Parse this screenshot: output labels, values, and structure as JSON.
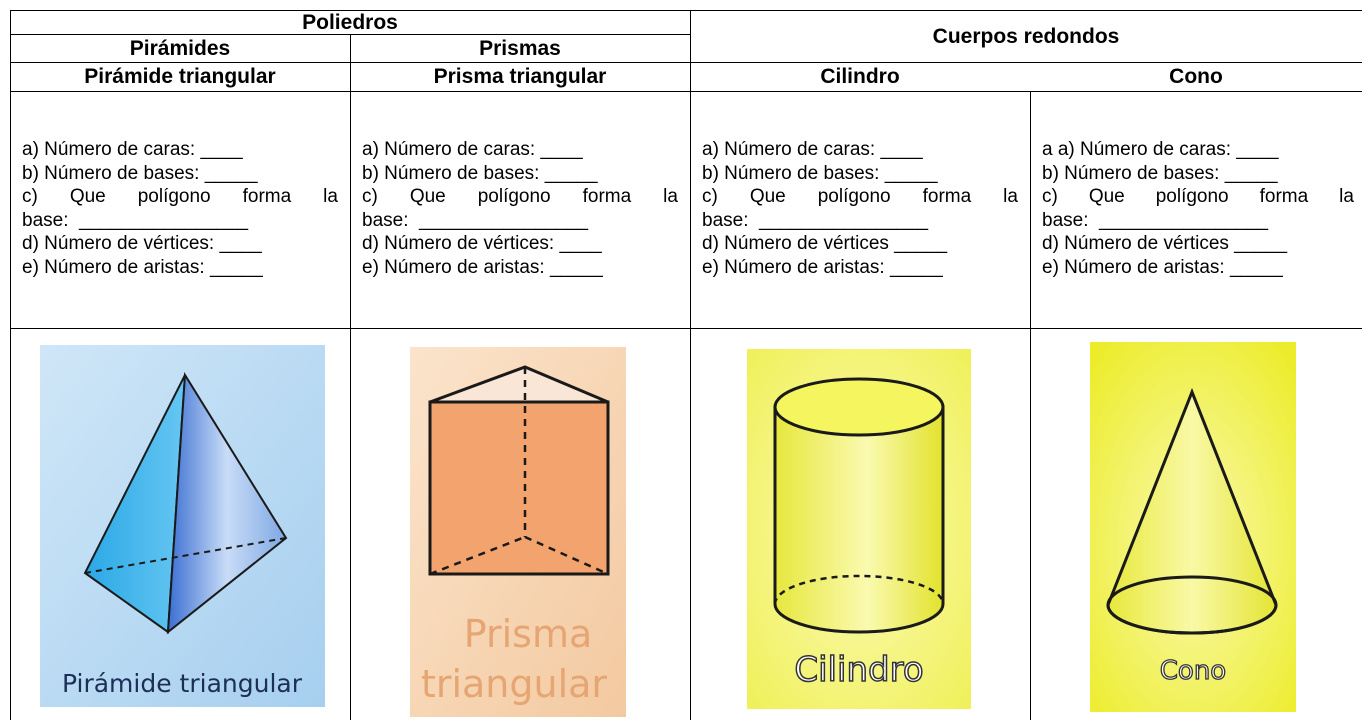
{
  "headers": {
    "poliedros": "Poliedros",
    "piramides": "Pirámides",
    "prismas": "Prismas",
    "cuerpos_redondos": "Cuerpos redondos"
  },
  "columns": [
    {
      "title": "Pirámide triangular",
      "q": {
        "a": "a) Número de caras: ____",
        "b": "b) Número de bases: _____",
        "c_words": [
          "c)",
          "Que",
          "polígono",
          "forma",
          "la"
        ],
        "c_base": "base:  ________________",
        "d": "d) Número de vértices: ____",
        "e": "e) Número de aristas: _____"
      },
      "image": {
        "label": "Pirámide triangular",
        "icon": "triangular-pyramid-image",
        "bg": "#a9d4f2"
      }
    },
    {
      "title": "Prisma triangular",
      "q": {
        "a": "a) Número de caras: ____",
        "b": "b) Número de bases: _____",
        "c_words": [
          "c)",
          "Que",
          "polígono",
          "forma",
          "la"
        ],
        "c_base": "base:  ________________",
        "d": "d) Número de vértices: ____",
        "e": "e) Número de aristas: _____"
      },
      "image": {
        "label_line1": "Prisma",
        "label_line2": "triangular",
        "icon": "triangular-prism-image",
        "bg": "#f6d3ae"
      }
    },
    {
      "title": "Cilindro",
      "q": {
        "a": "a) Número de caras: ____",
        "b": "b) Número de bases: _____",
        "c_words": [
          "c)",
          "Que",
          "polígono",
          "forma",
          "la"
        ],
        "c_base": "base:  ________________",
        "d": "d) Número de vértices _____",
        "e": "e) Número de aristas: _____"
      },
      "image": {
        "label": "Cilindro",
        "icon": "cylinder-image",
        "bg": "#f5f58a"
      }
    },
    {
      "title": "Cono",
      "q": {
        "a": "a a) Número de caras: ____",
        "b": "b) Número de bases: _____",
        "c_words": [
          "c)",
          "Que",
          "polígono",
          "forma",
          "la"
        ],
        "c_base": "base:  ________________",
        "d": "d) Número de vértices _____",
        "e": "e) Número de aristas: _____"
      },
      "image": {
        "label": "Cono",
        "icon": "cone-image",
        "bg": "#f0f04a"
      }
    }
  ]
}
